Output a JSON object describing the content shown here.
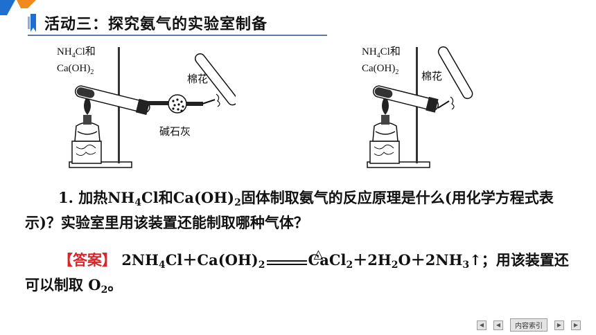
{
  "header": {
    "title": "活动三：探究氨气的实验室制备"
  },
  "figure_left": {
    "reagent_line1": "NH",
    "reagent_sub1": "4",
    "reagent_line1_rest": "Cl和",
    "reagent_line2": "Ca(OH)",
    "reagent_sub2": "2",
    "cotton": "棉花",
    "soda_lime": "碱石灰"
  },
  "figure_right": {
    "reagent_line1": "NH",
    "reagent_sub1": "4",
    "reagent_line1_rest": "Cl和",
    "reagent_line2": "Ca(OH)",
    "reagent_sub2": "2",
    "cotton": "棉花"
  },
  "question": {
    "number": "1. ",
    "t1": "加热NH",
    "s1": "4",
    "t2": "Cl和Ca(OH)",
    "s2": "2",
    "t3": "固体制取氨气的反应原理是什么(用化学方程式表示)？实验室里用该装置还能制取哪种气体？"
  },
  "answer": {
    "tag": "【答案】",
    "p1": "2NH",
    "s1": "4",
    "p2": "Cl＋Ca(OH)",
    "s2": "2",
    "condition": "△",
    "p3": "CaCl",
    "s3": "2",
    "p4": "＋2H",
    "s4": "2",
    "p5": "O＋2NH",
    "s5": "3",
    "p6": "↑；用该装置还可以制取 O",
    "s6": "2",
    "p7": "。"
  },
  "nav": {
    "first": "◀",
    "prev": "◀",
    "index": "内容索引",
    "next": "▶",
    "last": "▶"
  },
  "colors": {
    "accent_blue": "#1f6fd1",
    "accent_orange": "#f08a1c",
    "answer_red": "#d9262b",
    "rule": "#5a79a8"
  }
}
